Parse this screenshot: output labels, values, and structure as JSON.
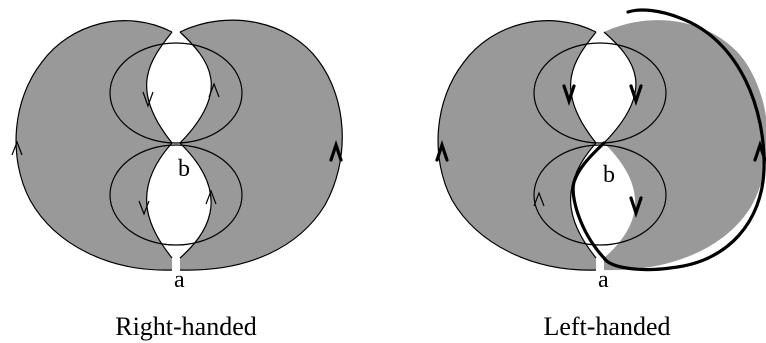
{
  "panels": [
    {
      "id": "right",
      "caption": "Right-handed",
      "top_point_label": "b",
      "bottom_point_label": "a"
    },
    {
      "id": "left",
      "caption": "Left-handed",
      "top_point_label": "b",
      "bottom_point_label": "a"
    }
  ],
  "colors": {
    "region_fill": "#999999",
    "line": "#000000",
    "background": "#ffffff"
  }
}
